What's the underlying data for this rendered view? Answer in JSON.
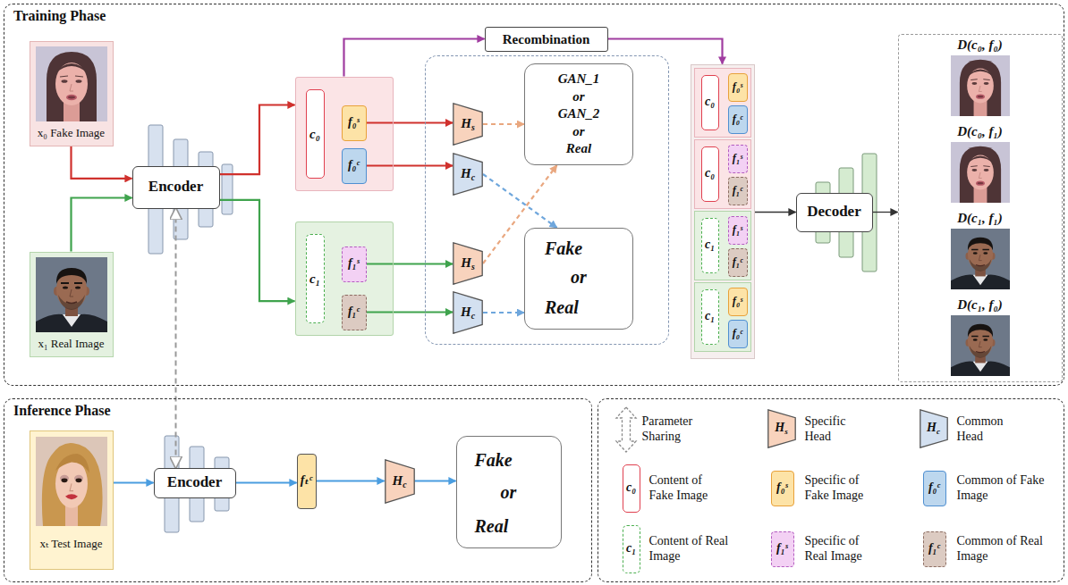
{
  "diagram": {
    "nodes": [
      {
        "text": [
          "Training Phase"
        ]
      },
      {
        "text": [
          "x₀ Fake Image"
        ],
        "in": 0
      },
      {
        "text": [
          "x₁ Real Image"
        ],
        "in": 0
      },
      {
        "text": [
          "Encoder"
        ],
        "in": 0
      },
      {
        "text": [
          "Recombination"
        ],
        "in": 0
      },
      {
        "text": [],
        "in": 0
      },
      {
        "text": [
          "c₀"
        ],
        "in": 5
      },
      {
        "text": [
          "f₀ˢ"
        ],
        "in": 5
      },
      {
        "text": [
          "f₀ᶜ"
        ],
        "in": 5
      },
      {
        "text": [],
        "in": 0
      },
      {
        "text": [
          "c₁"
        ],
        "in": 9
      },
      {
        "text": [
          "f₁ˢ"
        ],
        "in": 9
      },
      {
        "text": [
          "f₁ᶜ"
        ],
        "in": 9
      },
      {
        "text": [],
        "in": 0
      },
      {
        "text": [
          "Hs"
        ],
        "in": 13
      },
      {
        "text": [
          "Hc"
        ],
        "in": 13
      },
      {
        "text": [
          "Hs"
        ],
        "in": 13
      },
      {
        "text": [
          "Hc"
        ],
        "in": 13
      },
      {
        "text": [
          "GAN_1",
          "or",
          "GAN_2",
          "or",
          "Real"
        ],
        "in": 13
      },
      {
        "text": [
          "Fake",
          "or",
          "Real"
        ],
        "in": 13
      },
      {
        "text": [],
        "in": 0
      },
      {
        "text": [],
        "in": 20
      },
      {
        "text": [
          "c₀"
        ],
        "in": 21
      },
      {
        "text": [
          "f₀ˢ"
        ],
        "in": 21
      },
      {
        "text": [
          "f₀ᶜ"
        ],
        "in": 21
      },
      {
        "text": [],
        "in": 20
      },
      {
        "text": [
          "c₀"
        ],
        "in": 25
      },
      {
        "text": [
          "f₁ˢ"
        ],
        "in": 25
      },
      {
        "text": [
          "f₁ᶜ"
        ],
        "in": 25
      },
      {
        "text": [],
        "in": 20
      },
      {
        "text": [
          "c₁"
        ],
        "in": 29
      },
      {
        "text": [
          "f₁ˢ"
        ],
        "in": 29
      },
      {
        "text": [
          "f₁ᶜ"
        ],
        "in": 29
      },
      {
        "text": [],
        "in": 20
      },
      {
        "text": [
          "c₁"
        ],
        "in": 33
      },
      {
        "text": [
          "f₀ˢ"
        ],
        "in": 33
      },
      {
        "text": [
          "f₀ᶜ"
        ],
        "in": 33
      },
      {
        "text": [
          "Decoder"
        ],
        "in": 0
      },
      {
        "text": [
          "D(c₀, f₀)",
          "D(c₀, f₁)",
          "D(c₁, f₁)",
          "D(c₁, f₀)"
        ],
        "in": 0
      },
      {
        "text": [
          "Inference Phase"
        ]
      },
      {
        "text": [
          "xₜ Test Image"
        ],
        "in": 39
      },
      {
        "text": [
          "Encoder"
        ],
        "in": 39
      },
      {
        "text": [
          "fₜᶜ"
        ],
        "in": 39
      },
      {
        "text": [
          "Hc"
        ],
        "in": 39
      },
      {
        "text": [
          "Fake",
          "or",
          "Real"
        ],
        "in": 39
      }
    ],
    "edges": [
      {
        "from": 1,
        "to": 3,
        "arrow": "to"
      },
      {
        "from": 2,
        "to": 3,
        "arrow": "to"
      },
      {
        "from": 3,
        "to": 5,
        "arrow": "to"
      },
      {
        "from": 3,
        "to": 9,
        "arrow": "to"
      },
      {
        "from": 5,
        "to": 4,
        "arrow": "to"
      },
      {
        "from": 4,
        "to": 20,
        "arrow": "to"
      },
      {
        "from": 7,
        "to": 14,
        "arrow": "to"
      },
      {
        "from": 8,
        "to": 15,
        "arrow": "to"
      },
      {
        "from": 11,
        "to": 16,
        "arrow": "to"
      },
      {
        "from": 12,
        "to": 17,
        "arrow": "to"
      },
      {
        "from": 14,
        "to": 18,
        "arrow": "to"
      },
      {
        "from": 16,
        "to": 18,
        "arrow": "to"
      },
      {
        "from": 15,
        "to": 19,
        "arrow": "to"
      },
      {
        "from": 17,
        "to": 19,
        "arrow": "to"
      },
      {
        "from": 20,
        "to": 37,
        "arrow": "to"
      },
      {
        "from": 37,
        "to": 38,
        "arrow": "to"
      },
      {
        "from": 3,
        "to": 41,
        "arrow": "both"
      },
      {
        "from": 40,
        "to": 41,
        "arrow": "to"
      },
      {
        "from": 41,
        "to": 42,
        "arrow": "to"
      },
      {
        "from": 42,
        "to": 43,
        "arrow": "to"
      },
      {
        "from": 43,
        "to": 44,
        "arrow": "to"
      }
    ],
    "labels": [
      "Hs",
      "Hc",
      "c₀",
      "f₀ˢ",
      "f₀ᶜ",
      "c₁",
      "f₁ˢ",
      "f₁ᶜ"
    ],
    "legend": [
      {
        "text": "Parameter Sharing"
      },
      {
        "text": "Specific Head"
      },
      {
        "text": "Common Head"
      },
      {
        "text": "Content of Fake Image"
      },
      {
        "text": "Specific of Fake Image",
        "color": "#fde3a7"
      },
      {
        "text": "Common of Fake Image",
        "color": "#bdd7ee"
      },
      {
        "text": "Content of Real Image"
      },
      {
        "text": "Specific of Real Image",
        "color": "#f3d1f4"
      },
      {
        "text": "Common of Real Image",
        "color": "#dccbc2"
      }
    ]
  }
}
